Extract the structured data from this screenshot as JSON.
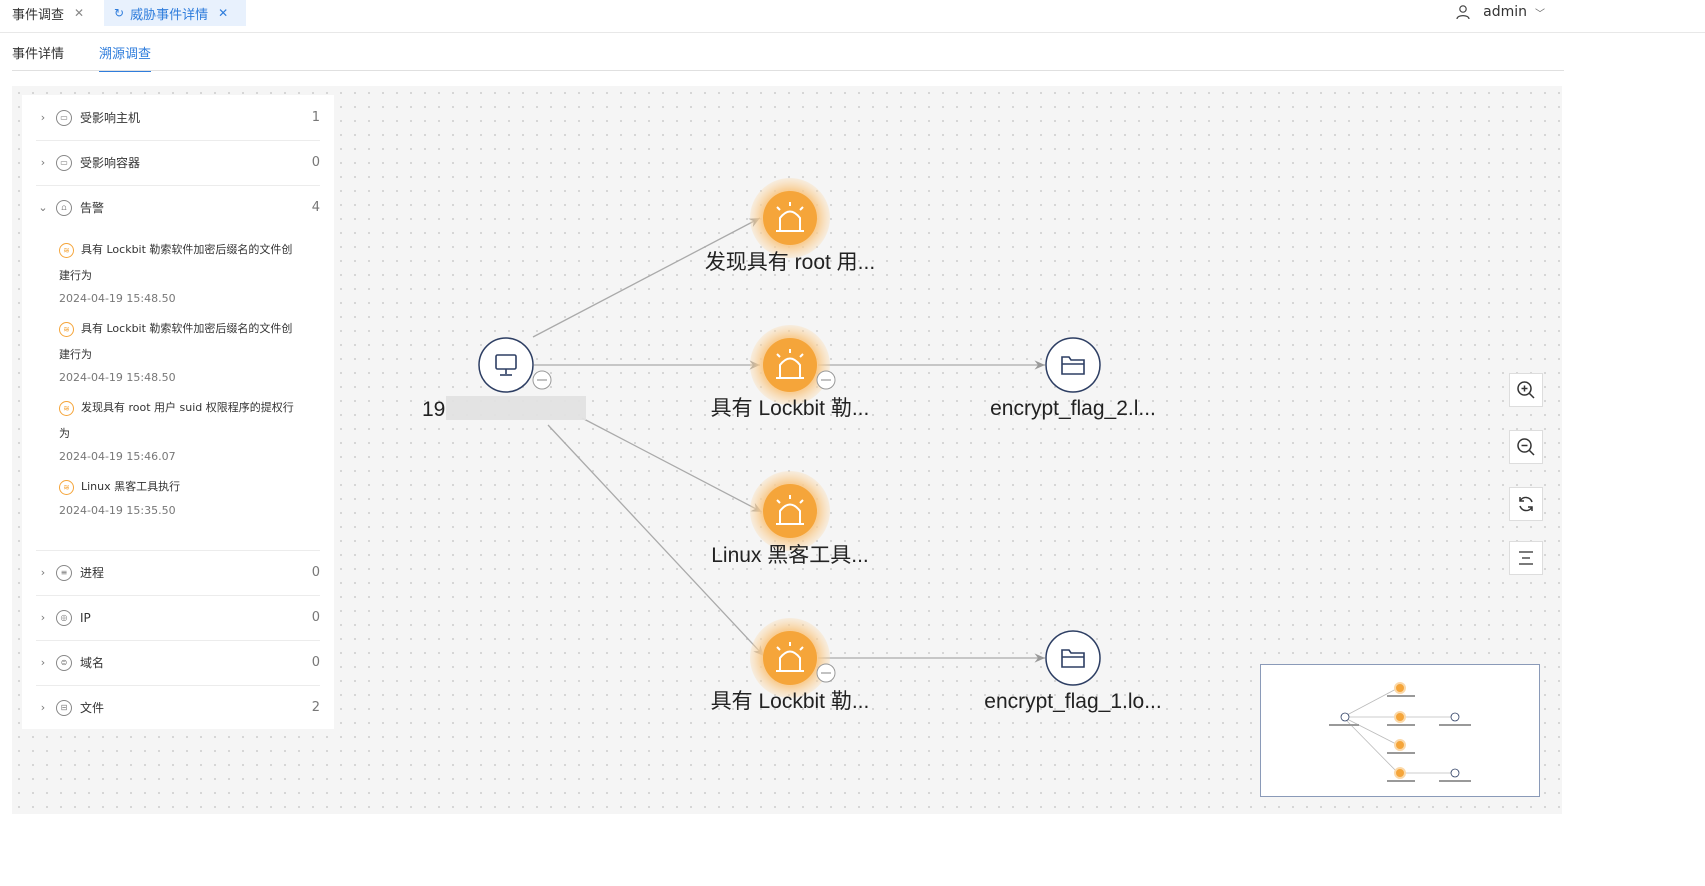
{
  "tabs": [
    {
      "label": "事件调查"
    },
    {
      "label": "威胁事件详情"
    }
  ],
  "user": {
    "name": "admin"
  },
  "subtabs": [
    {
      "label": "事件详情"
    },
    {
      "label": "溯源调查"
    }
  ],
  "panel": {
    "categories": [
      {
        "label": "受影响主机",
        "count": "1"
      },
      {
        "label": "受影响容器",
        "count": "0"
      },
      {
        "label": "告警",
        "count": "4"
      },
      {
        "label": "进程",
        "count": "0"
      },
      {
        "label": "IP",
        "count": "0"
      },
      {
        "label": "域名",
        "count": "0"
      },
      {
        "label": "文件",
        "count": "2"
      }
    ],
    "alerts": [
      {
        "title_line1": "具有 Lockbit 勒索软件加密后缀名的文件创",
        "title_line2": "建行为",
        "time": "2024-04-19 15:48.50"
      },
      {
        "title_line1": "具有 Lockbit 勒索软件加密后缀名的文件创",
        "title_line2": "建行为",
        "time": "2024-04-19 15:48.50"
      },
      {
        "title_line1": "发现具有 root 用户 suid 权限程序的提权行",
        "title_line2": "为",
        "time": "2024-04-19 15:46.07"
      },
      {
        "title_line1": "Linux 黑客工具执行",
        "title_line2": "",
        "time": "2024-04-19 15:35.50"
      }
    ]
  },
  "graph": {
    "host_label": "19",
    "nodes": [
      {
        "label": "发现具有 root 用..."
      },
      {
        "label": "具有 Lockbit 勒..."
      },
      {
        "label": "Linux 黑客工具..."
      },
      {
        "label": "具有 Lockbit 勒..."
      },
      {
        "label": "encrypt_flag_2.l..."
      },
      {
        "label": "encrypt_flag_1.lo..."
      }
    ]
  },
  "colors": {
    "accent": "#2f7ddc",
    "alert": "#f5a53a",
    "node_stroke": "#2d3e63"
  }
}
